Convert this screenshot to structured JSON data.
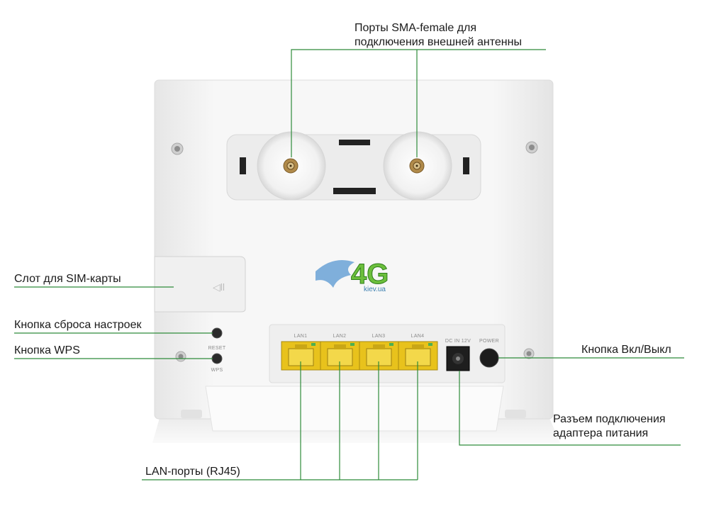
{
  "callouts": {
    "antenna_line1": "Порты SMA-female для",
    "antenna_line2": "подключения внешней антенны",
    "sim": "Слот для SIM-карты",
    "reset": "Кнопка сброса настроек",
    "wps": "Кнопка WPS",
    "power": "Кнопка Вкл/Выкл",
    "dc_line1": "Разъем подключения",
    "dc_line2": "адаптера питания",
    "lan": "LAN-порты (RJ45)"
  },
  "panel_labels": {
    "lan1": "LAN1",
    "lan2": "LAN2",
    "lan3": "LAN3",
    "lan4": "LAN4",
    "dc_in": "DC IN 12V",
    "power": "POWER",
    "reset": "RESET",
    "wps": "WPS"
  },
  "watermark": {
    "text": "4G",
    "domain": "kiev.ua"
  },
  "colors": {
    "leader_line": "#2e8b3a",
    "port_yellow": "#e8c21c",
    "device_body": "#f2f2f2"
  }
}
